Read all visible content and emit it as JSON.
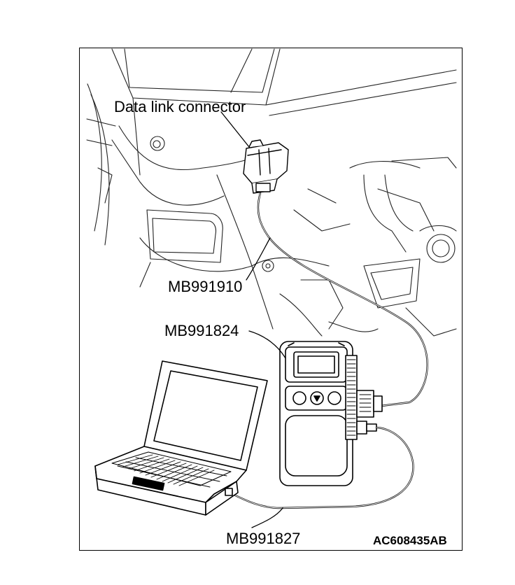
{
  "labels": {
    "data_link_connector": "Data link connector",
    "cable_1": "MB991910",
    "interface": "MB991824",
    "cable_2": "MB991827",
    "figure_id": "AC608435AB"
  }
}
